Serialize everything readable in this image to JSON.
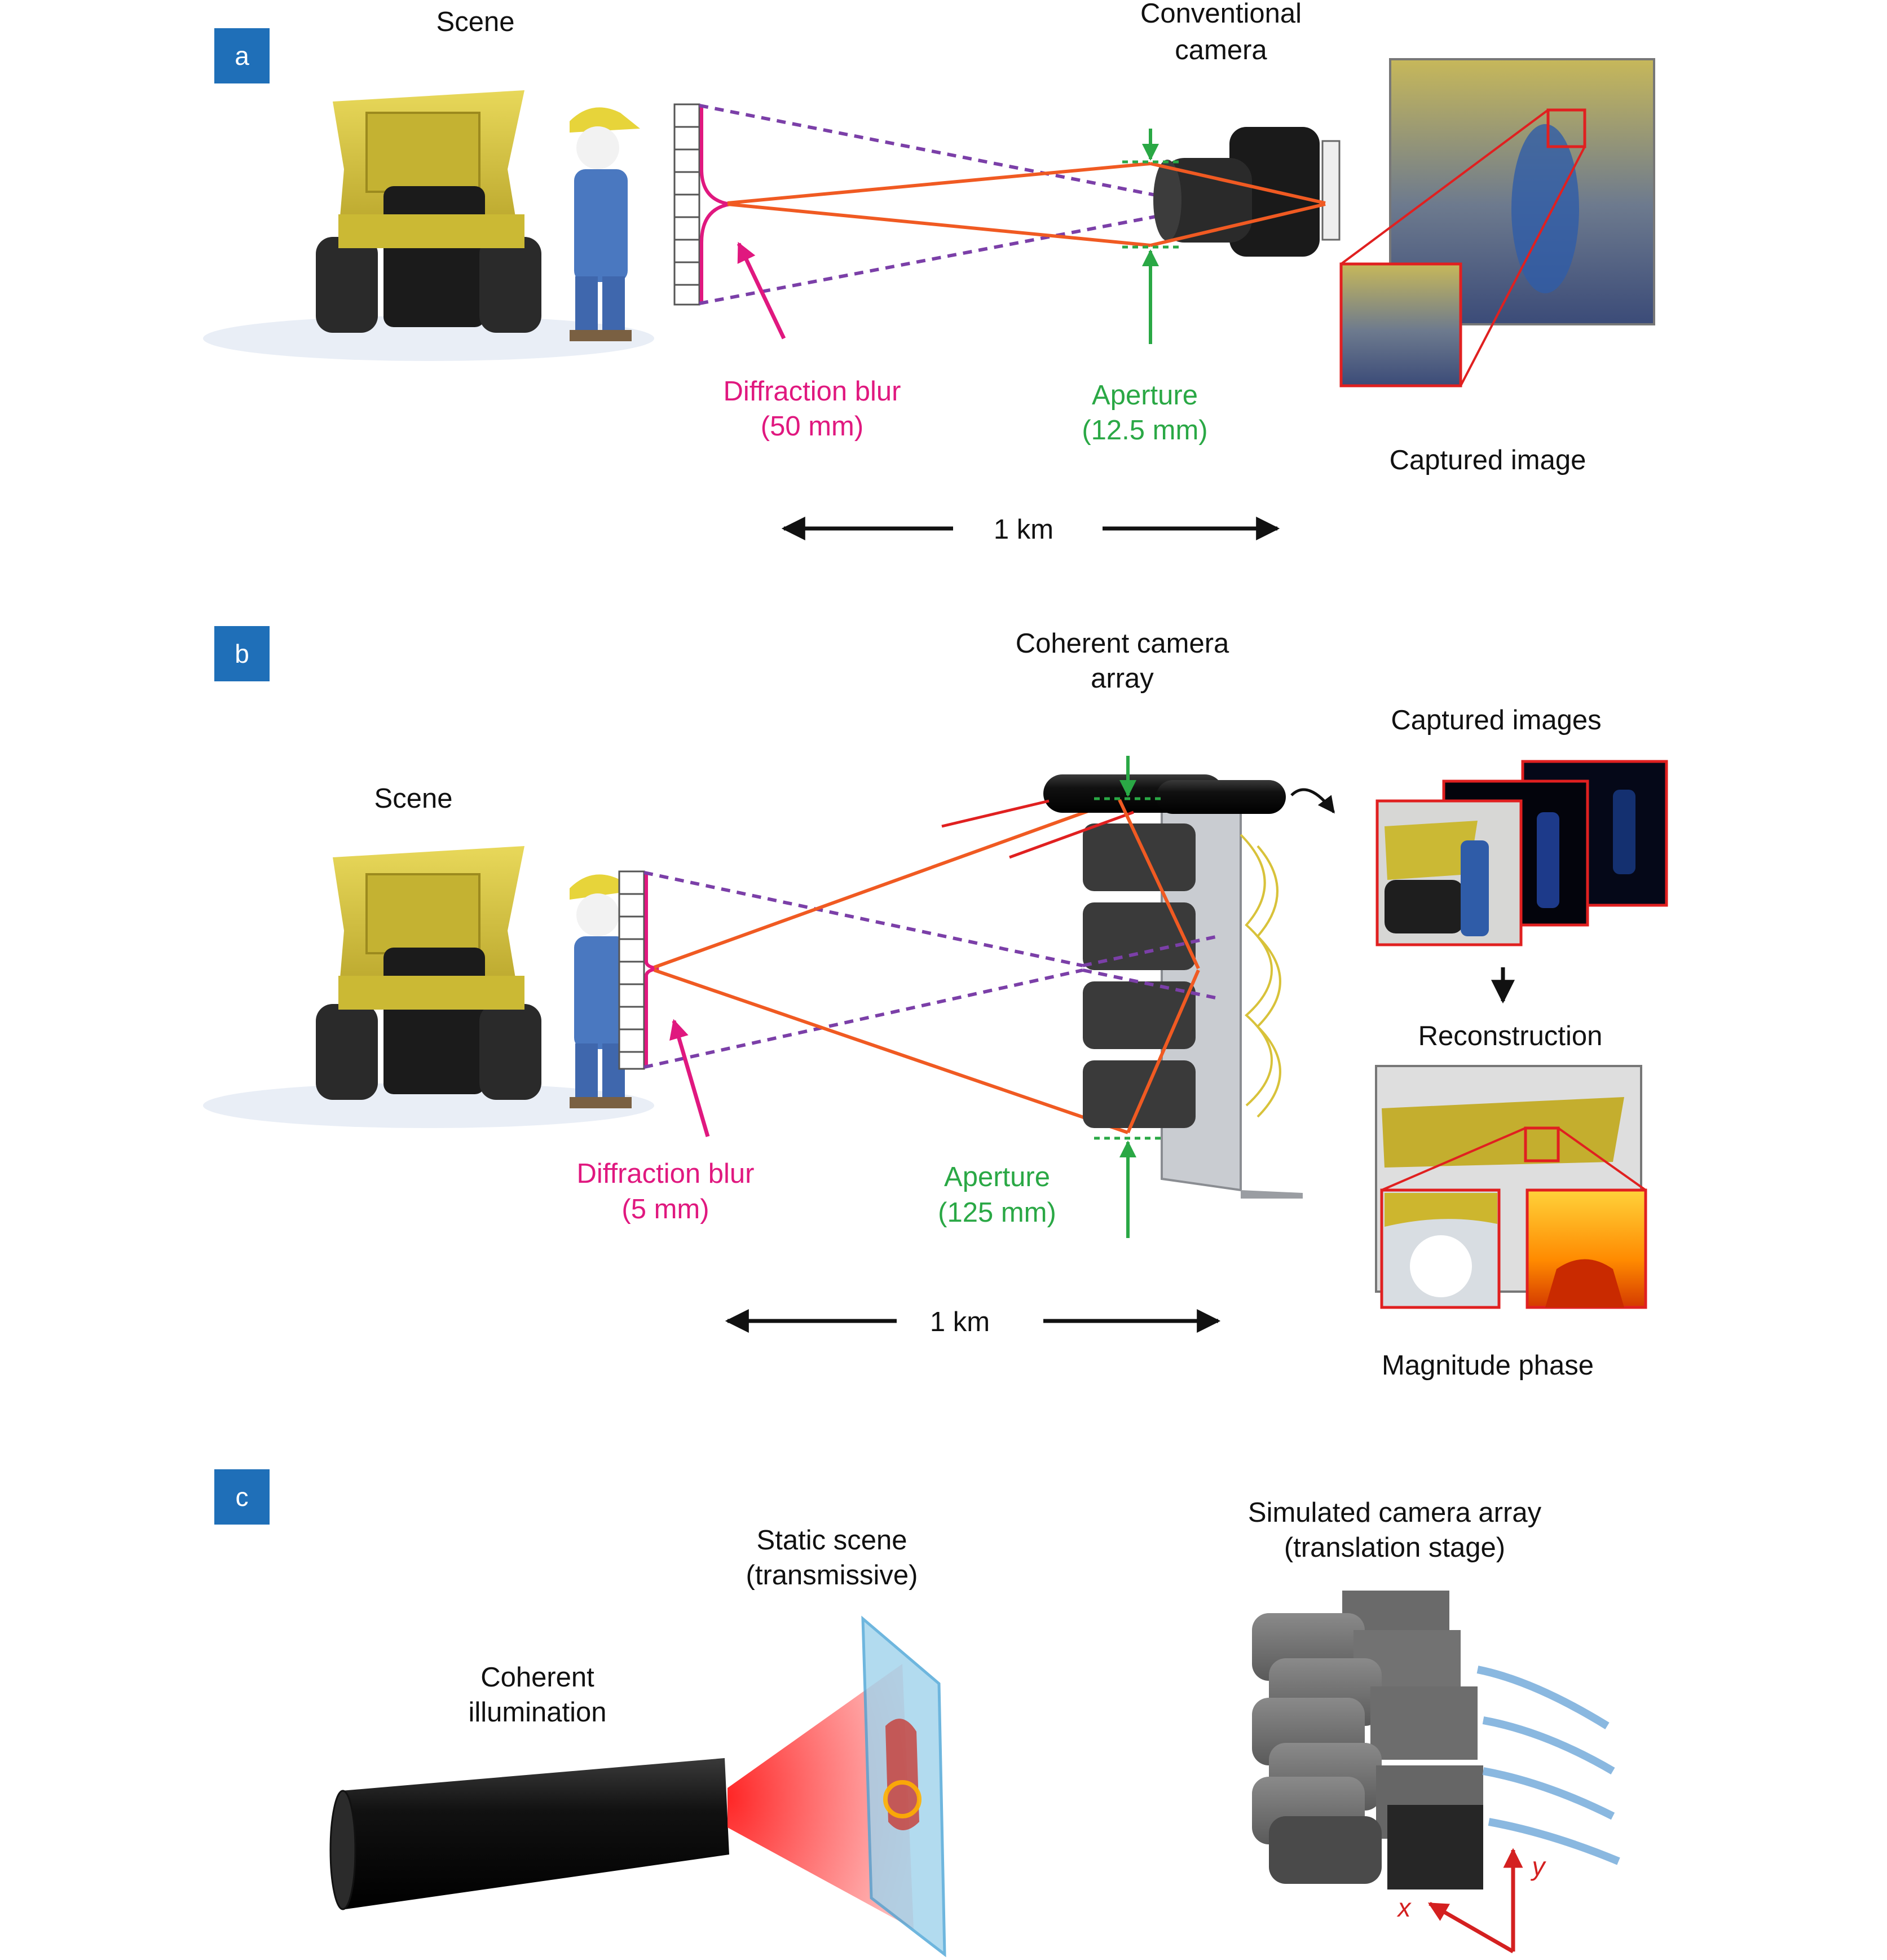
{
  "panels": {
    "a": {
      "badge": "a",
      "scene_label": "Scene",
      "camera_label_line1": "Conventional",
      "camera_label_line2": "camera",
      "blur_label_line1": "Diffraction blur",
      "blur_label_line2": "(50 mm)",
      "aperture_label_line1": "Aperture",
      "aperture_label_line2": "(12.5 mm)",
      "captured_label": "Captured image",
      "distance_label": "1 km"
    },
    "b": {
      "badge": "b",
      "scene_label": "Scene",
      "array_label_line1": "Coherent camera",
      "array_label_line2": "array",
      "captured_label": "Captured images",
      "reconstruction_label": "Reconstruction",
      "blur_label_line1": "Diffraction blur",
      "blur_label_line2": "(5 mm)",
      "aperture_label_line1": "Aperture",
      "aperture_label_line2": "(125 mm)",
      "distance_label": "1 km",
      "magnitude_phase_label": "Magnitude phase"
    },
    "c": {
      "badge": "c",
      "static_scene_line1": "Static scene",
      "static_scene_line2": "(transmissive)",
      "simulated_line1": "Simulated camera array",
      "simulated_line2": "(translation stage)",
      "illumination_line1": "Coherent",
      "illumination_line2": "illumination",
      "axis_x": "x",
      "axis_y": "y"
    }
  },
  "colors": {
    "badge": "#1f6fb8",
    "diffraction": "#e0187f",
    "aperture": "#2aa845",
    "ray_orange": "#f05a22",
    "ray_purple": "#7b3fa8",
    "truck_yellow": "#d6c23a",
    "worker_blue": "#4a78c0",
    "frame_red": "#e02020",
    "axis_red": "#d42020"
  }
}
